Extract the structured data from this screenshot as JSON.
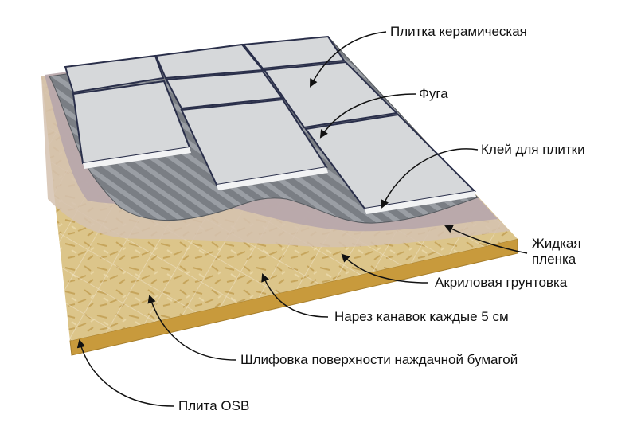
{
  "labels": {
    "ceramic_tile": "Плитка керамическая",
    "grout": "Фуга",
    "tile_adhesive": "Клей для плитки",
    "liquid_film_line1": "Жидкая",
    "liquid_film_line2": "пленка",
    "acrylic_primer": "Акриловая грунтовка",
    "grooves": "Нарез канавок каждые 5 см",
    "sanding": "Шлифовка поверхности наждачной бумагой",
    "osb_board": "Плита OSB"
  },
  "colors": {
    "tile": "#d6d8da",
    "tile_edge": "#f2f3f4",
    "grout": "#2a2f4a",
    "adhesive": "#6f7378",
    "adhesive_dark": "#4e5257",
    "film": "#b8a9ad",
    "primer": "#d8c6b0",
    "osb_top": "#d9bf80",
    "osb_side": "#c89a3c",
    "leader": "#111111"
  }
}
